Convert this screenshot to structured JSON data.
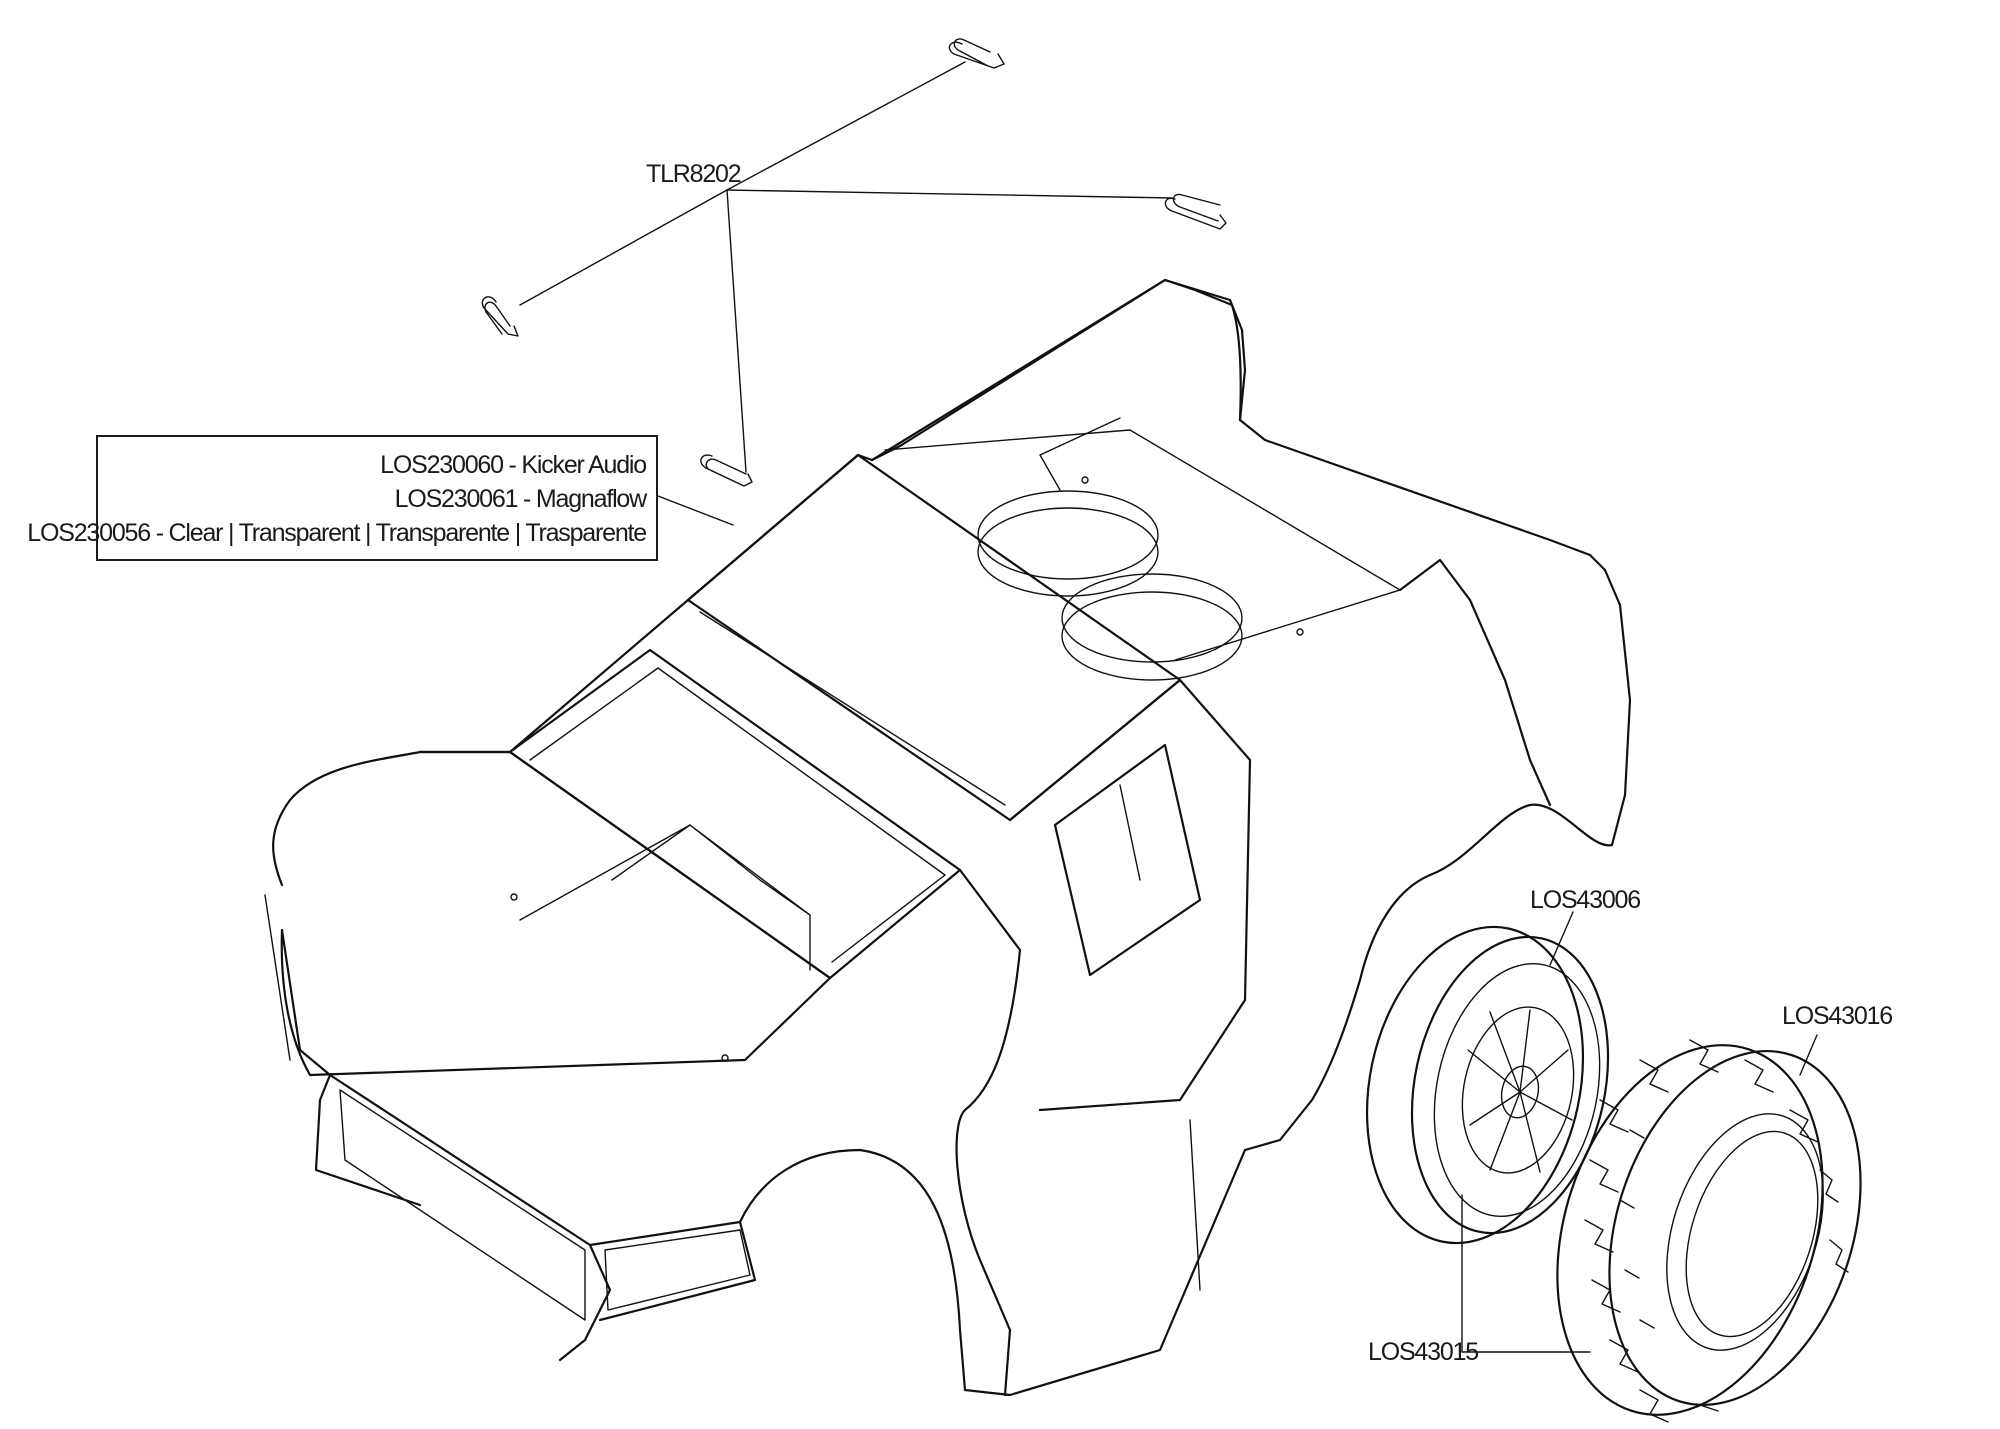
{
  "labels": {
    "pins": "TLR8202",
    "wheel": "LOS43006",
    "tire": "LOS43016",
    "wheel_tire_set": "LOS43015"
  },
  "body_box": {
    "lines": [
      "LOS230060 - Kicker Audio",
      "LOS230061 - Magnaflow",
      "LOS230056 - Clear | Transparent | Transparente | Trasparente"
    ]
  },
  "parts": [
    {
      "id": "TLR8202",
      "item": "body-clip"
    },
    {
      "id": "LOS230060",
      "item": "body-kicker-audio"
    },
    {
      "id": "LOS230061",
      "item": "body-magnaflow"
    },
    {
      "id": "LOS230056",
      "item": "body-clear"
    },
    {
      "id": "LOS43006",
      "item": "wheel"
    },
    {
      "id": "LOS43016",
      "item": "tire"
    },
    {
      "id": "LOS43015",
      "item": "wheel-tire-mounted"
    }
  ]
}
